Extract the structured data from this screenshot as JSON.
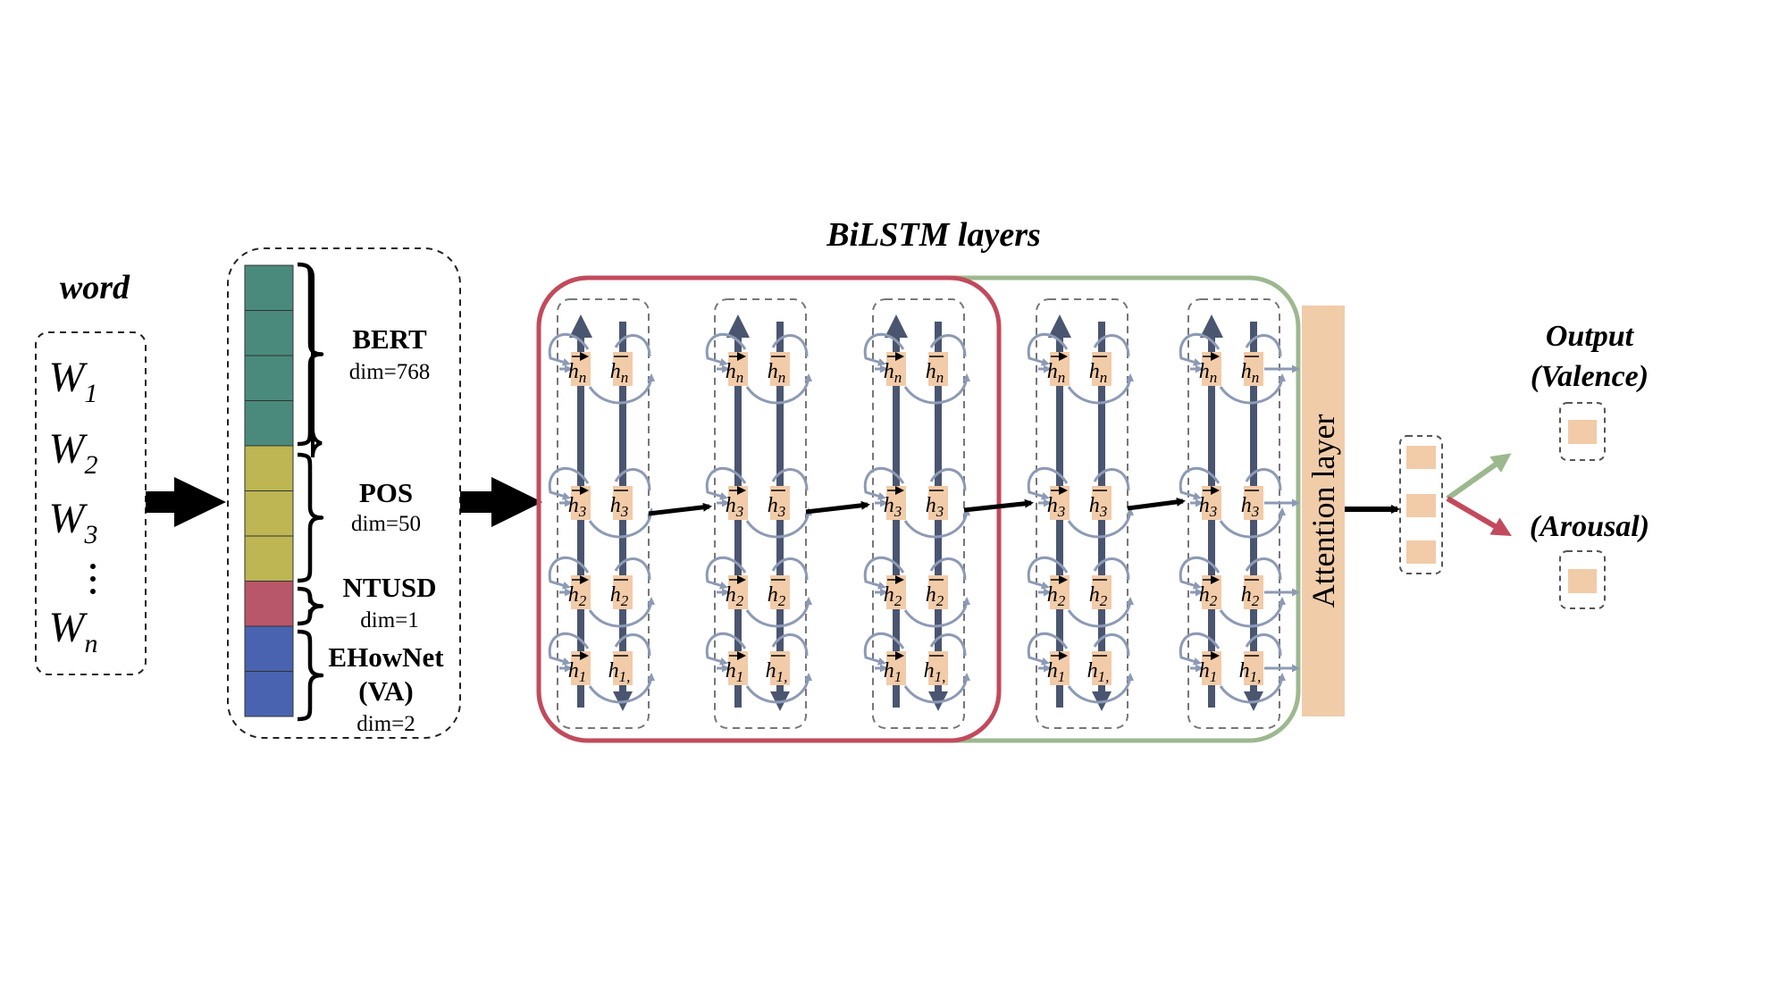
{
  "title": "BiLSTM layers",
  "word_label": "word",
  "words": [
    {
      "base": "W",
      "sub": "1"
    },
    {
      "base": "W",
      "sub": "2"
    },
    {
      "base": "W",
      "sub": "3"
    },
    {
      "base": "W",
      "sub": "n"
    }
  ],
  "features": [
    {
      "name": "BERT",
      "dim": "dim=768",
      "color": "#4a8a7c"
    },
    {
      "name": "POS",
      "dim": "dim=50",
      "color": "#bdb652"
    },
    {
      "name": "NTUSD",
      "dim": "dim=1",
      "color": "#b8566a"
    },
    {
      "name": "EHowNet",
      "name2": "(VA)",
      "dim": "dim=2",
      "color": "#4a63b0"
    }
  ],
  "hidden_labels": [
    {
      "base": "h",
      "sub": "n"
    },
    {
      "base": "h",
      "sub": "3"
    },
    {
      "base": "h",
      "sub": "2"
    },
    {
      "base": "h",
      "sub": "1"
    },
    {
      "base": "h",
      "sub": "1,"
    }
  ],
  "attention_label": "Attention layer",
  "output_title": "Output",
  "valence_label": "(Valence)",
  "arousal_label": "(Arousal)",
  "colors": {
    "cell": "#f2cba8",
    "attention": "#f0cca9",
    "red_frame": "#c24a5c",
    "green_frame": "#9db88f",
    "arrow_green": "#9cb88e",
    "arrow_red": "#c24a5c",
    "column": "#4a5570",
    "loop": "#8d9ab5"
  }
}
